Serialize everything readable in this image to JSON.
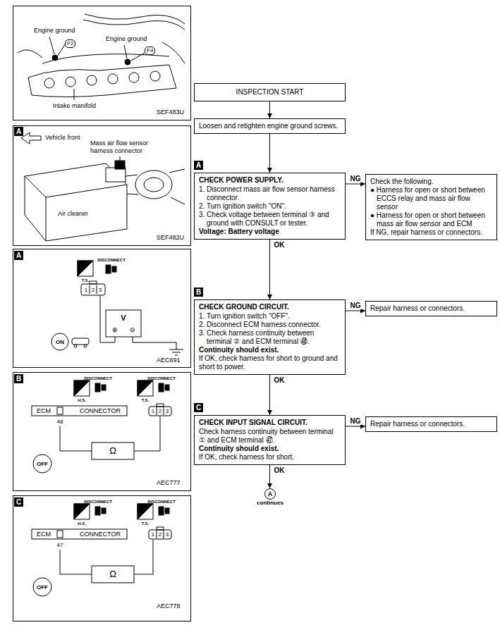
{
  "diagram": {
    "nodes": [
      {
        "text": [
          "INSPECTION START"
        ]
      },
      {
        "text": [
          "Loosen and retighten engine ground screws."
        ]
      },
      {
        "text": [
          "A",
          "CHECK POWER SUPPLY.",
          "1. Disconnect mass air flow sensor harness connector.",
          "2. Turn ignition switch \"ON\".",
          "3. Check voltage between terminal ③ and ground with CONSULT or tester.",
          "Voltage: Battery voltage"
        ]
      },
      {
        "text": [
          "Check the following.",
          "● Harness for open or short between ECCS relay and mass air flow sensor",
          "● Harness for open or short between mass air flow sensor and ECM",
          "If NG, repair harness or connectors."
        ]
      },
      {
        "text": [
          "B",
          "CHECK GROUND CIRCUIT.",
          "1. Turn ignition switch \"OFF\".",
          "2. Disconnect ECM harness connector.",
          "3. Check harness continuity between terminal ② and ECM terminal ㊽.",
          "Continuity should exist.",
          "If OK, check harness for short to ground and short to power."
        ]
      },
      {
        "text": [
          "Repair harness or connectors."
        ]
      },
      {
        "text": [
          "C",
          "CHECK INPUT SIGNAL CIRCUIT.",
          "Check harness continuity between terminal ① and ECM terminal ㊼.",
          "Continuity should exist.",
          "If OK, check harness for short."
        ]
      },
      {
        "text": [
          "Repair harness or connectors."
        ]
      },
      {
        "text": [
          "A",
          "continues"
        ]
      }
    ],
    "edges": [
      {
        "from": 0,
        "to": 1,
        "arrow": "to"
      },
      {
        "from": 1,
        "to": 2,
        "arrow": "to"
      },
      {
        "from": 2,
        "to": 3,
        "label": "NG",
        "arrow": "to"
      },
      {
        "from": 2,
        "to": 4,
        "label": "OK",
        "arrow": "to"
      },
      {
        "from": 4,
        "to": 5,
        "label": "NG",
        "arrow": "to"
      },
      {
        "from": 4,
        "to": 6,
        "label": "OK",
        "arrow": "to"
      },
      {
        "from": 6,
        "to": 7,
        "label": "NG",
        "arrow": "to"
      },
      {
        "from": 6,
        "to": 8,
        "label": "OK",
        "arrow": "to"
      }
    ],
    "labels": [
      "Engine ground",
      "F2",
      "Engine ground",
      "F4",
      "Intake manifold",
      "SEF483U",
      "A",
      "Vehicle front",
      "Mass air flow sensor harness connector",
      "Air cleaner",
      "SEF482U",
      "A",
      "T.S.",
      "DISCONNECT",
      "1",
      "2",
      "3",
      "V",
      "⊕",
      "⊖",
      "ON",
      "AEC691",
      "B",
      "H.S.",
      "DISCONNECT",
      "T.S.",
      "DISCONNECT",
      "ECM",
      "CONNECTOR",
      "48",
      "1",
      "2",
      "3",
      "Ω",
      "OFF",
      "AEC777",
      "C",
      "H.S.",
      "DISCONNECT",
      "T.S.",
      "DISCONNECT",
      "ECM",
      "CONNECTOR",
      "47",
      "1",
      "2",
      "3",
      "Ω",
      "OFF",
      "AEC778"
    ]
  }
}
